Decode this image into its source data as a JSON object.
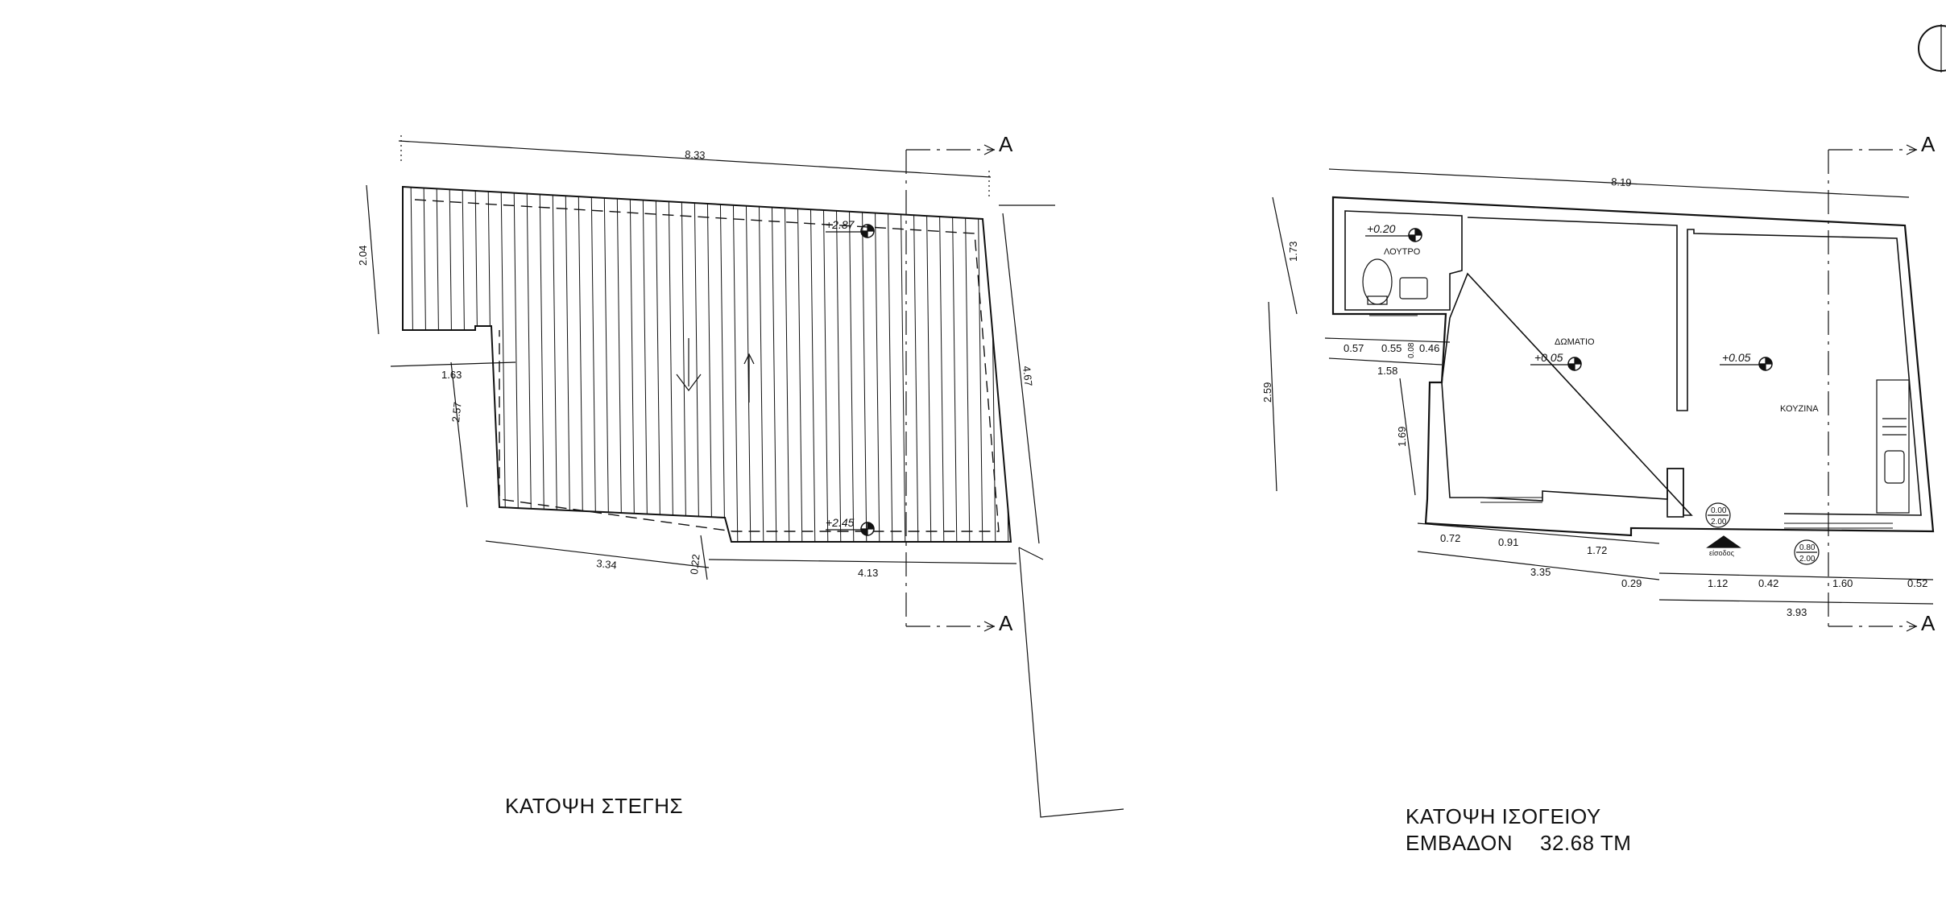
{
  "roof_plan": {
    "title": "ΚΑΤΟΨΗ ΣΤΕΓΗΣ",
    "dims": {
      "top": "8.33",
      "left_upper": "2.04",
      "notch_width": "1.63",
      "left_lower": "2.57",
      "bottom_left": "3.34",
      "step": "0.22",
      "bottom_right": "4.13",
      "right": "4.67"
    },
    "levels": {
      "upper": "+2.87",
      "lower": "+2.45"
    }
  },
  "ground_plan": {
    "title": "ΚΑΤΟΨΗ ΙΣΟΓΕΙΟΥ",
    "area_label": "ΕΜΒΑΔΟΝ",
    "area_value": "32.68 ΤΜ",
    "rooms": {
      "bath": "ΛΟΥΤΡΟ",
      "room": "ΔΩΜΑΤΙΟ",
      "kitchen": "ΚΟΥΖΙΝΑ"
    },
    "entrance": "είσοδος",
    "levels": {
      "bath": "+0.20",
      "room": "+0.05",
      "kitchen": "+0.05"
    },
    "door_tags": [
      {
        "top": "0.00",
        "bottom": "2.00"
      },
      {
        "top": "0.80",
        "bottom": "2.00"
      }
    ],
    "dims": {
      "top": "8.19",
      "left_upper": "1.73",
      "left_total": "2.59",
      "left_lower": "1.69",
      "bath_w1": "0.57",
      "bath_w2": "0.55",
      "bath_w3": "0.46",
      "bath_w4": "0.08",
      "bath_total": "1.58",
      "b1": "0.72",
      "b2": "0.91",
      "b3": "1.72",
      "b_total": "3.35",
      "b4": "0.29",
      "c1": "1.12",
      "c2": "0.42",
      "c3": "1.60",
      "c4": "0.52",
      "c_total": "3.93"
    }
  },
  "section_marks": {
    "label": "A"
  },
  "colors": {
    "line": "#111111",
    "background": "#ffffff"
  }
}
